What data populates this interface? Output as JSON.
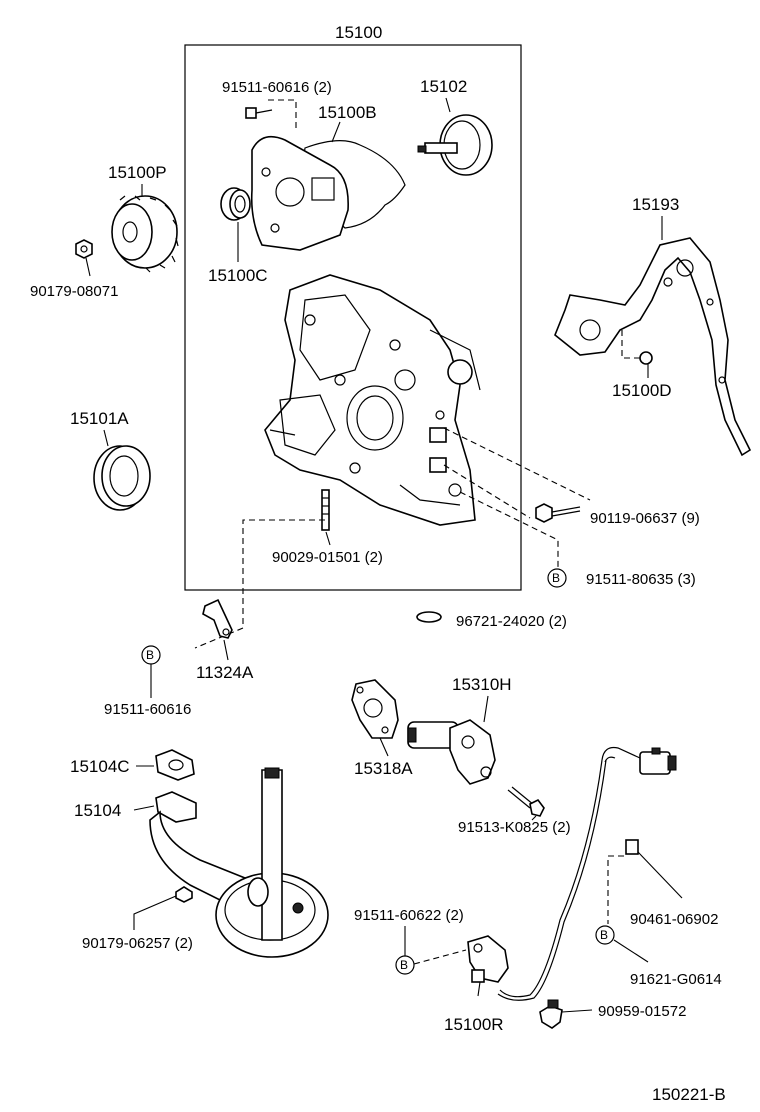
{
  "diagram_id": "150221-B",
  "parts": {
    "p15100": "15100",
    "p91511_60616_2": "91511-60616 (2)",
    "p15100B": "15100B",
    "p15102": "15102",
    "p15100P": "15100P",
    "p15100C": "15100C",
    "p90179_08071": "90179-08071",
    "p15193": "15193",
    "p15100D": "15100D",
    "p15101A": "15101A",
    "p90119_06637": "90119-06637 (9)",
    "p90029_01501": "90029-01501 (2)",
    "p91511_80635": "91511-80635 (3)",
    "p96721_24020": "96721-24020 (2)",
    "p11324A": "11324A",
    "p91511_60616": "91511-60616",
    "p15310H": "15310H",
    "p15318A": "15318A",
    "p15104C": "15104C",
    "p15104": "15104",
    "p91513_K0825": "91513-K0825 (2)",
    "p90461_06902": "90461-06902",
    "p90179_06257": "90179-06257 (2)",
    "p91511_60622": "91511-60622 (2)",
    "p91621_G0614": "91621-G0614",
    "p15100R": "15100R",
    "p90959_01572": "90959-01572"
  },
  "ref_marker": "B"
}
